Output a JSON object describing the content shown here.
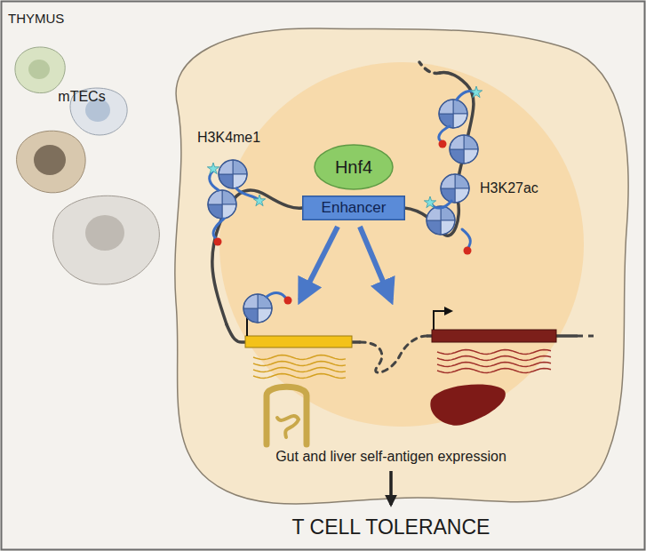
{
  "diagram": {
    "nodes": [
      {
        "text": [
          "Hnf4"
        ]
      },
      {
        "text": [
          "Enhancer"
        ]
      }
    ],
    "labels": [
      "THYMUS",
      "mTECs",
      "H3K4me1",
      "H3K27ac",
      "Gut and liver self-antigen expression",
      "T CELL TOLERANCE"
    ]
  }
}
